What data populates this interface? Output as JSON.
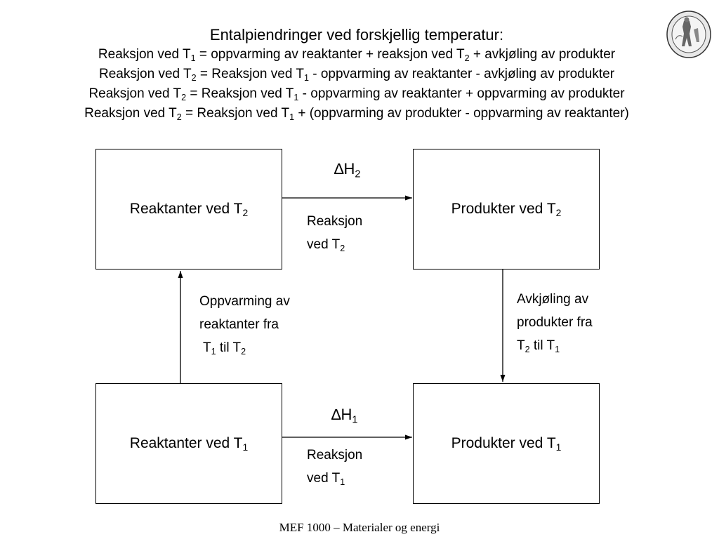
{
  "header": {
    "title": "Entalpiendringer ved forskjellig temperatur:",
    "lines": [
      [
        [
          "Reaksjon ved T"
        ],
        [
          "1",
          "sub"
        ],
        [
          " = oppvarming av reaktanter + reaksjon ved T"
        ],
        [
          "2",
          "sub"
        ],
        [
          " + avkjøling av produkter"
        ]
      ],
      [
        [
          "Reaksjon ved T"
        ],
        [
          "2",
          "sub"
        ],
        [
          " = Reaksjon ved T"
        ],
        [
          "1",
          "sub"
        ],
        [
          " - oppvarming av reaktanter - avkjøling av produkter"
        ]
      ],
      [
        [
          "Reaksjon ved T"
        ],
        [
          "2",
          "sub"
        ],
        [
          " = Reaksjon ved T"
        ],
        [
          "1",
          "sub"
        ],
        [
          " - oppvarming av reaktanter + oppvarming av produkter"
        ]
      ],
      [
        [
          "Reaksjon ved T"
        ],
        [
          "2",
          "sub"
        ],
        [
          " = Reaksjon ved T"
        ],
        [
          "1",
          "sub"
        ],
        [
          " + (oppvarming av produkter - oppvarming av reaktanter)"
        ]
      ]
    ]
  },
  "diagram": {
    "boxes": {
      "reactants_t2": {
        "text": "Reaktanter ved T",
        "sub": "2"
      },
      "products_t2": {
        "text": "Produkter ved T",
        "sub": "2"
      },
      "reactants_t1": {
        "text": "Reaktanter ved T",
        "sub": "1"
      },
      "products_t1": {
        "text": "Produkter ved T",
        "sub": "1"
      }
    },
    "dh2": {
      "symbol": "∆H",
      "sub": "2"
    },
    "dh1": {
      "symbol": "∆H",
      "sub": "1"
    },
    "reaction_t2": {
      "line1": "Reaksjon",
      "line2": "ved T",
      "sub": "2"
    },
    "reaction_t1": {
      "line1": "Reaksjon",
      "line2": "ved T",
      "sub": "1"
    },
    "heating": {
      "line1": "Oppvarming av",
      "line2": "reaktanter fra",
      "a": "T",
      "a_sub": "1",
      "mid": " til T",
      "b_sub": "2"
    },
    "cooling": {
      "line1": "Avkjøling av",
      "line2": "produkter fra",
      "a": "T",
      "a_sub": "2",
      "mid": " til T",
      "b_sub": "1"
    }
  },
  "footer": {
    "text": "MEF 1000 – Materialer og energi"
  },
  "logo": {
    "icon": "university-seal-icon"
  }
}
